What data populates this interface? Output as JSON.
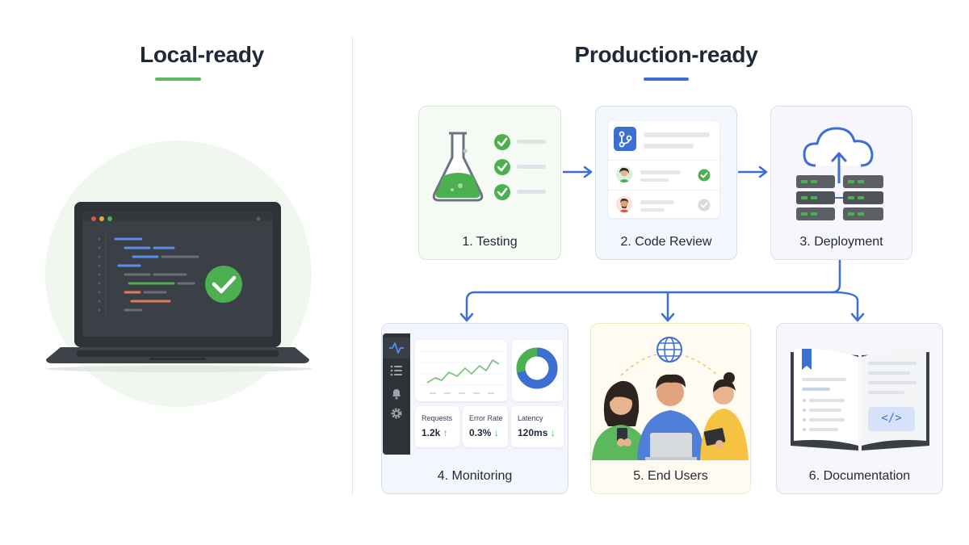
{
  "left": {
    "title": "Local-ready",
    "accent": "#5cb85c"
  },
  "right": {
    "title": "Production-ready",
    "accent": "#3b6fd4"
  },
  "steps": [
    {
      "label": "1. Testing"
    },
    {
      "label": "2. Code Review"
    },
    {
      "label": "3. Deployment"
    },
    {
      "label": "4. Monitoring"
    },
    {
      "label": "5. End Users"
    },
    {
      "label": "6. Documentation"
    }
  ],
  "monitoring": {
    "metrics": [
      {
        "title": "Requests",
        "value": "1.2k",
        "trend": "↑"
      },
      {
        "title": "Error Rate",
        "value": "0.3%",
        "trend": "↓"
      },
      {
        "title": "Latency",
        "value": "120ms",
        "trend": "↓"
      }
    ]
  },
  "documentation": {
    "code_tag": "</>"
  },
  "colors": {
    "arrow": "#3b6fd4",
    "green": "#4caf50",
    "card_border": "#dbe4f0"
  }
}
